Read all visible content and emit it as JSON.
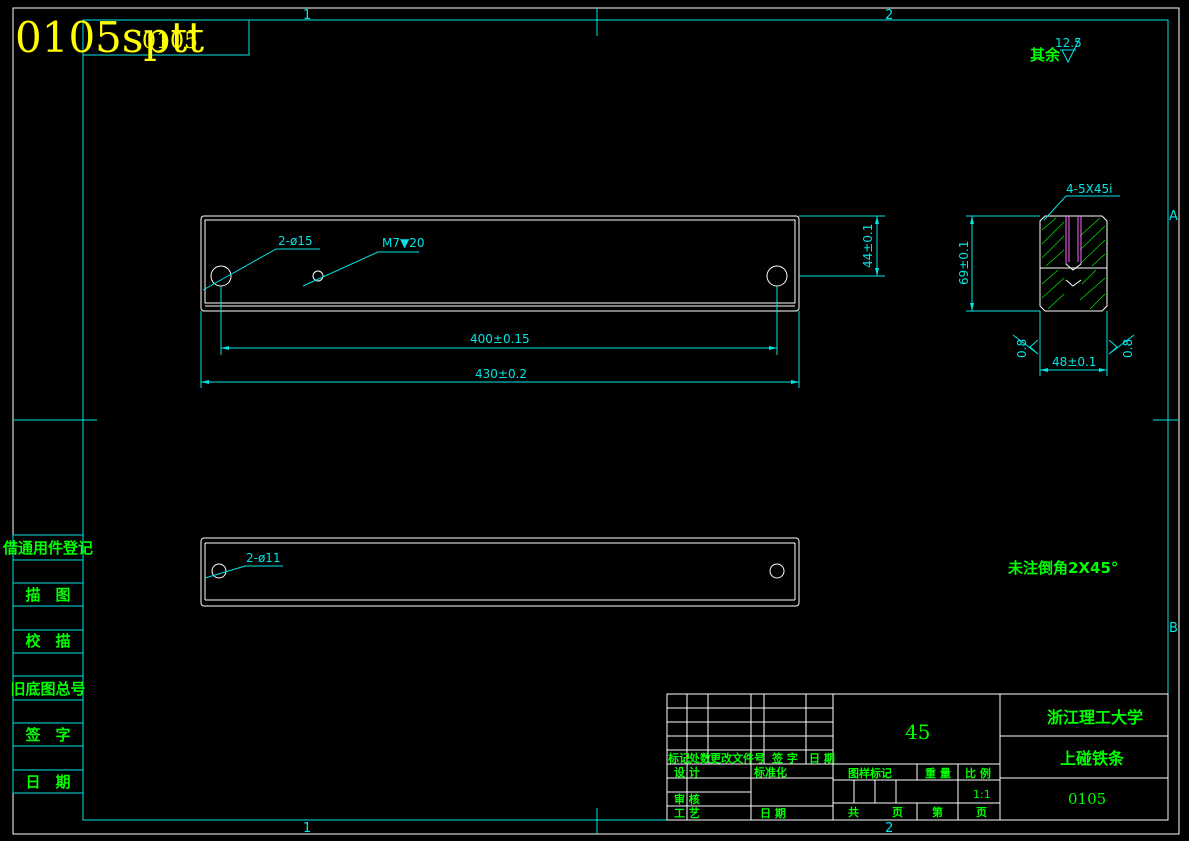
{
  "drawing": {
    "watermark": "0105sptt",
    "code_box": "0105",
    "zone_top": [
      "1",
      "2"
    ],
    "zone_bottom": [
      "1",
      "2"
    ],
    "zone_right": [
      "A",
      "B"
    ],
    "roughness_label": "其余",
    "roughness_value": "12.5",
    "chamfer_label": "4-5X45i",
    "note": "未注倒角2X45°"
  },
  "dimensions": {
    "holes_top": "2-ø15",
    "thread": "M7▼20",
    "length_inner": "400±0.15",
    "length_total": "430±0.2",
    "height_44": "44±0.1",
    "height_69": "69±0.1",
    "width_48": "48±0.1",
    "rough_left": "0.8",
    "rough_right": "0.8",
    "holes_bottom": "2-ø11"
  },
  "side_table": [
    "借通用件登记",
    "描　图",
    "校　描",
    "旧底图总号",
    "签　字",
    "日　期"
  ],
  "title_block": {
    "material": "45",
    "school": "浙江理工大学",
    "part_name": "上碰铁条",
    "drawing_no": "0105",
    "hdr": [
      "标记",
      "处数",
      "更改文件号",
      "签 字",
      "日 期"
    ],
    "design": "设 计",
    "standard": "标准化",
    "review": "审 核",
    "process": "工 艺",
    "date": "日 期",
    "stage_mark": "图样标记",
    "weight": "重 量",
    "ratio": "比 例",
    "ratio_val": "1:1",
    "total": "共",
    "page": "页",
    "sheet": "第",
    "page2": "页"
  }
}
